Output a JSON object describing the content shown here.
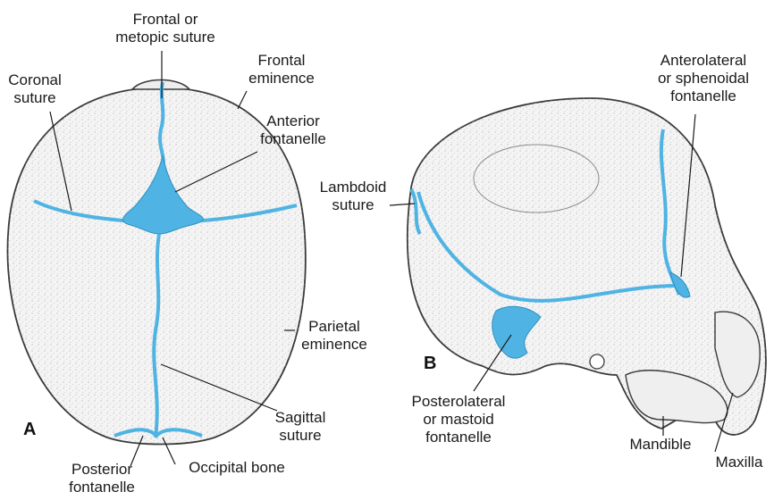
{
  "panels": {
    "a": "A",
    "b": "B"
  },
  "labels": {
    "frontal_suture": [
      "Frontal or",
      "metopic suture"
    ],
    "coronal_suture": [
      "Coronal",
      "suture"
    ],
    "frontal_eminence": [
      "Frontal",
      "eminence"
    ],
    "anterior_fontanelle": [
      "Anterior",
      "fontanelle"
    ],
    "parietal_eminence": [
      "Parietal",
      "eminence"
    ],
    "sagittal_suture": [
      "Sagittal",
      "suture"
    ],
    "posterior_fontanelle": [
      "Posterior",
      "fontanelle"
    ],
    "occipital_bone": "Occipital bone",
    "anterolateral_fontanelle": [
      "Anterolateral",
      "or sphenoidal",
      "fontanelle"
    ],
    "lambdoid_suture": [
      "Lambdoid",
      "suture"
    ],
    "posterolateral_fontanelle": [
      "Posterolateral",
      "or mastoid",
      "fontanelle"
    ],
    "mandible": "Mandible",
    "maxilla": "Maxilla"
  },
  "colors": {
    "suture": "#4fb3e3",
    "outline": "#3a3a3a",
    "stipple": "#9a9a9a"
  }
}
